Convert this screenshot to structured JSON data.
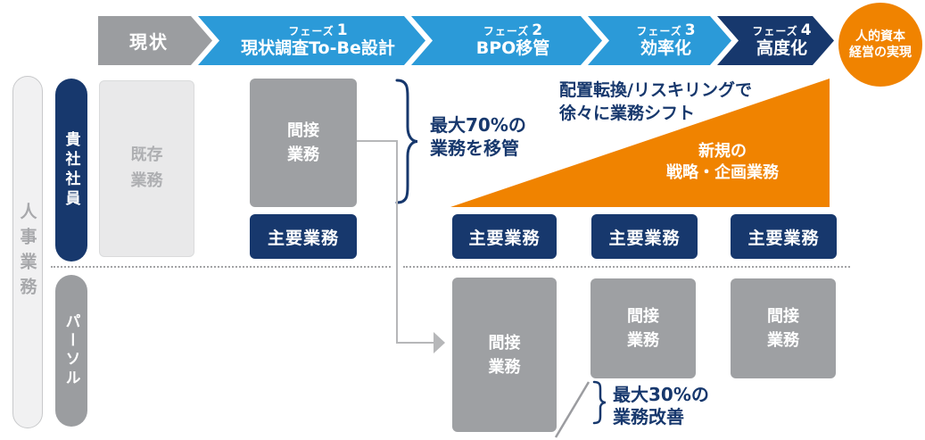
{
  "colors": {
    "navy": "#17386d",
    "blue": "#2b9ad8",
    "orange": "#f08300",
    "gray": "#9ea0a3",
    "light_gray": "#e9e9ea"
  },
  "left_rail": {
    "domain": "人事業務",
    "company": "貴社社員",
    "vendor": "パーソル"
  },
  "timeline": {
    "current": "現状",
    "phase_word": "フェーズ",
    "phases": [
      {
        "number": "1",
        "title": "現状調査To-Be設計"
      },
      {
        "number": "2",
        "title": "BPO移管"
      },
      {
        "number": "3",
        "title": "効率化"
      },
      {
        "number": "4",
        "title": "高度化"
      }
    ],
    "goal_line1": "人的資本",
    "goal_line2": "経営の実現"
  },
  "company_row": {
    "existing": "既存業務",
    "indirect": "間接業務",
    "main": [
      "主要業務",
      "主要業務",
      "主要業務",
      "主要業務"
    ],
    "transfer_line1": "最大70%の",
    "transfer_line2": "業務を移管",
    "shift_line1": "配置転換/リスキリングで",
    "shift_line2": "徐々に業務シフト",
    "new_work_line1": "新規の",
    "new_work_line2": "戦略・企画業務"
  },
  "vendor_row": {
    "indirect": [
      "間接業務",
      "間接業務",
      "間接業務"
    ],
    "improve_line1": "最大30%の",
    "improve_line2": "業務改善"
  }
}
